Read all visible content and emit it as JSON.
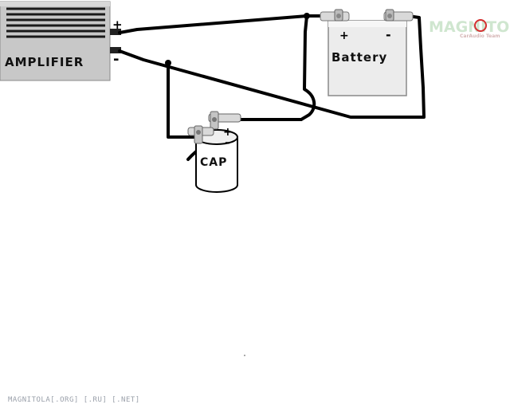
{
  "amplifier": {
    "label": "AMPLIFIER",
    "plus": "+",
    "minus": "-"
  },
  "battery": {
    "label": "Battery",
    "plus": "+",
    "minus": "-"
  },
  "capacitor": {
    "label": "CAP",
    "plus": "+",
    "minus": "-"
  },
  "watermark": {
    "brand": "MAGNITOLA",
    "tagline": "CarAudio Team"
  },
  "footer": {
    "text": "MAGNITOLA[.ORG] [.RU] [.NET]"
  },
  "colors": {
    "wire": "#000000",
    "amplifier_body": "#c8c8c8",
    "battery_body": "#ececec",
    "watermark_brand": "#cfe6cf",
    "watermark_accent": "#d32f2f"
  }
}
